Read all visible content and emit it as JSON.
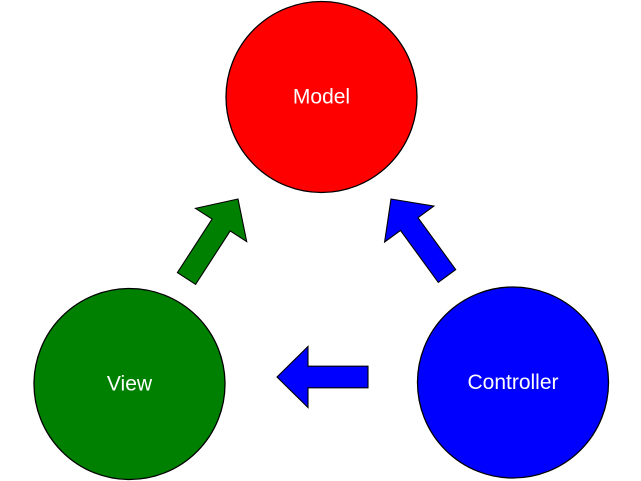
{
  "diagram": {
    "type": "mvc-relationship-diagram",
    "background_color": "#ffffff",
    "outline_color": "#000000",
    "nodes": {
      "model": {
        "label": "Model",
        "fill": "#ff0000",
        "text_color": "#ffffff"
      },
      "view": {
        "label": "View",
        "fill": "#008000",
        "text_color": "#ffffff"
      },
      "controller": {
        "label": "Controller",
        "fill": "#0000ff",
        "text_color": "#ffffff"
      }
    },
    "edges": {
      "view_to_model": {
        "from": "view",
        "to": "model",
        "color": "#008000"
      },
      "controller_to_model": {
        "from": "controller",
        "to": "model",
        "color": "#0000ff"
      },
      "controller_to_view": {
        "from": "controller",
        "to": "view",
        "color": "#0000ff"
      }
    }
  }
}
